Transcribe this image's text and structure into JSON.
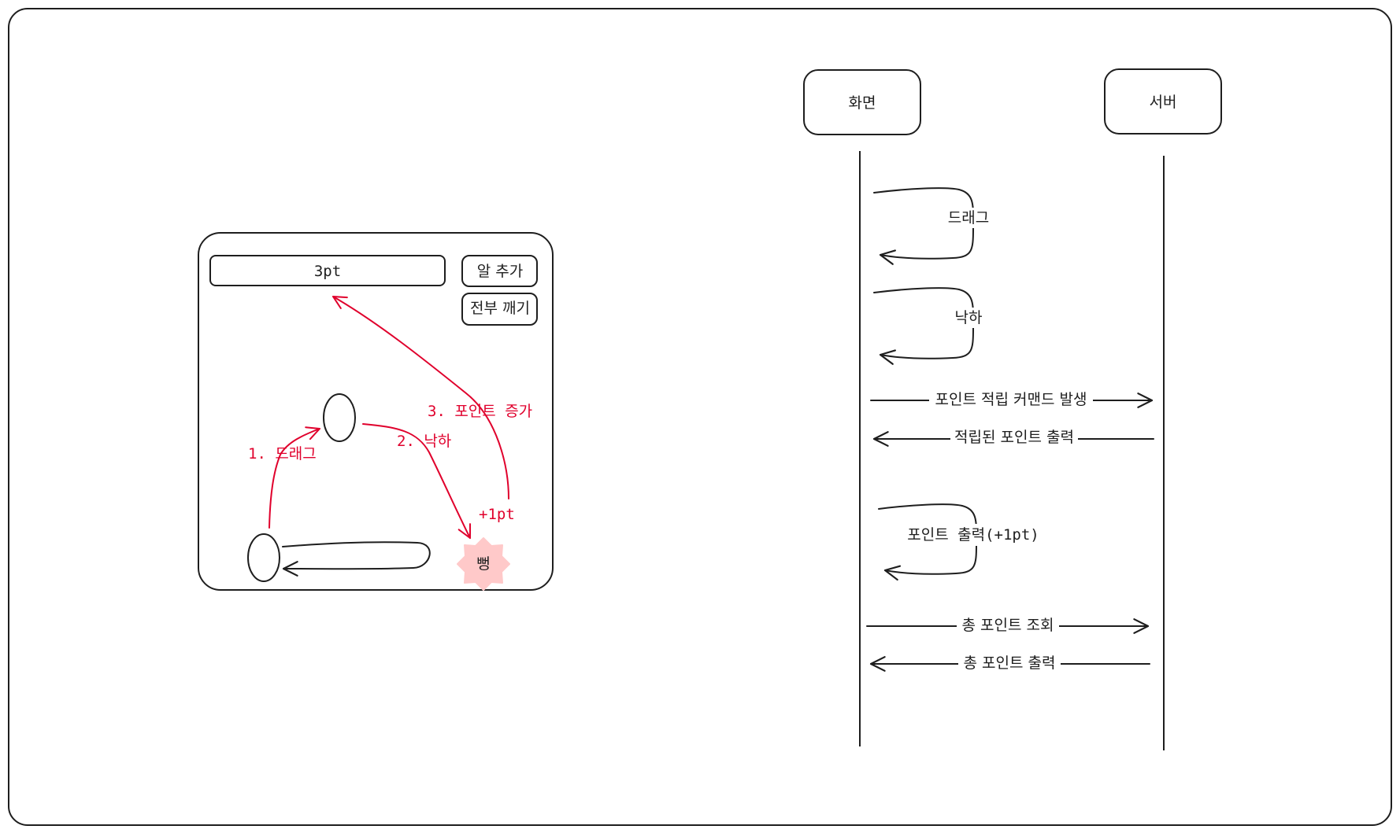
{
  "colors": {
    "ink": "#1e1e1e",
    "accent_red": "#e0002c",
    "burst_fill": "#ffc9c9",
    "background": "#ffffff"
  },
  "mockup": {
    "points_display": "3pt",
    "add_egg_button": "알 추가",
    "break_all_button": "전부 깨기",
    "burst_label": "뻥",
    "step_drag": "1. 드래그",
    "step_drop": "2. 낙하",
    "step_points": "3. 포인트 증가",
    "plus_point": "+1pt"
  },
  "sequence": {
    "participants": {
      "screen": "화면",
      "server": "서버"
    },
    "messages": {
      "drag": "드래그",
      "drop": "낙하",
      "issue_command": "포인트 적립 커맨드 발생",
      "print_accrued": "적립된 포인트 출력",
      "print_points": "포인트 출력(+1pt)",
      "query_total": "총 포인트 조회",
      "print_total": "총 포인트 출력"
    }
  }
}
